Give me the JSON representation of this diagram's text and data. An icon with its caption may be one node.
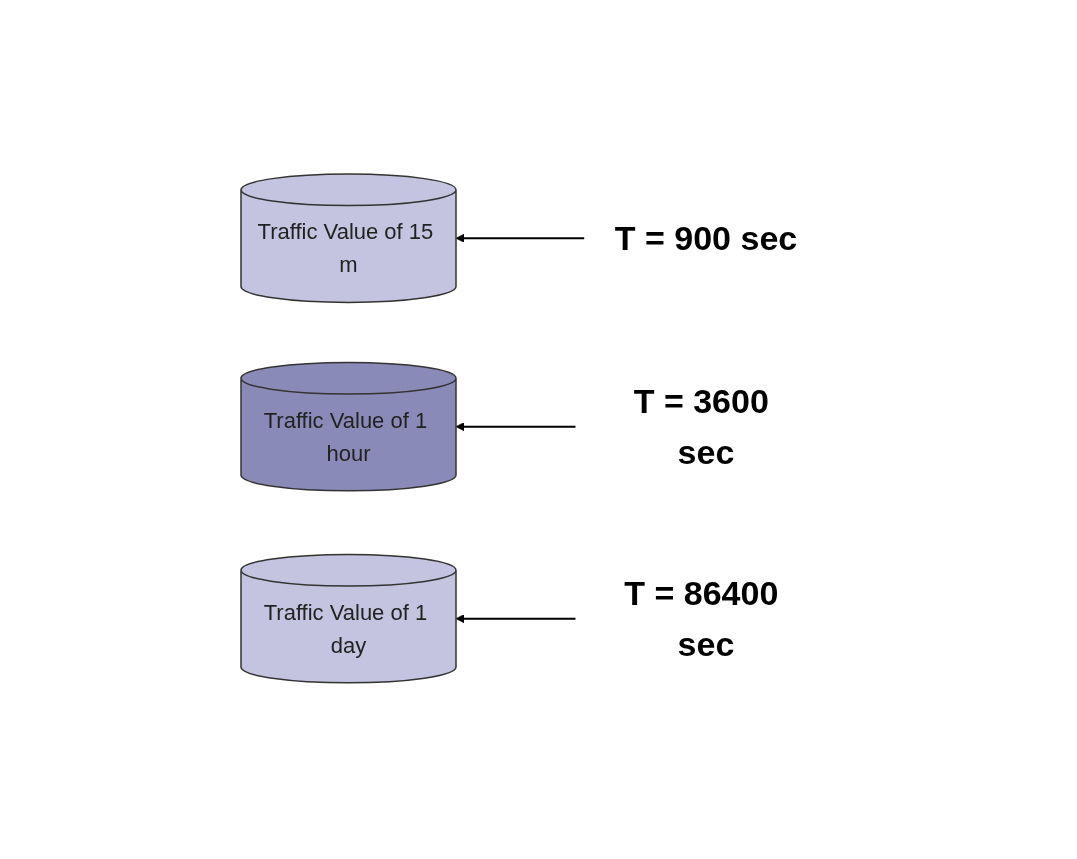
{
  "diagram": {
    "nodes": [
      {
        "text": [
          "Traffic Value of 15 m"
        ]
      },
      {
        "text": [
          "T = 900 sec"
        ]
      },
      {
        "text": [
          "Traffic Value of 1 hour"
        ]
      },
      {
        "text": [
          "T = 3600 sec"
        ]
      },
      {
        "text": [
          "Traffic Value of 1 day"
        ]
      },
      {
        "text": [
          "T = 86400 sec"
        ]
      }
    ],
    "edges": [
      {
        "from": 1,
        "to": 0,
        "arrow": "to"
      },
      {
        "from": 3,
        "to": 2,
        "arrow": "to"
      },
      {
        "from": 5,
        "to": 4,
        "arrow": "to"
      }
    ]
  }
}
